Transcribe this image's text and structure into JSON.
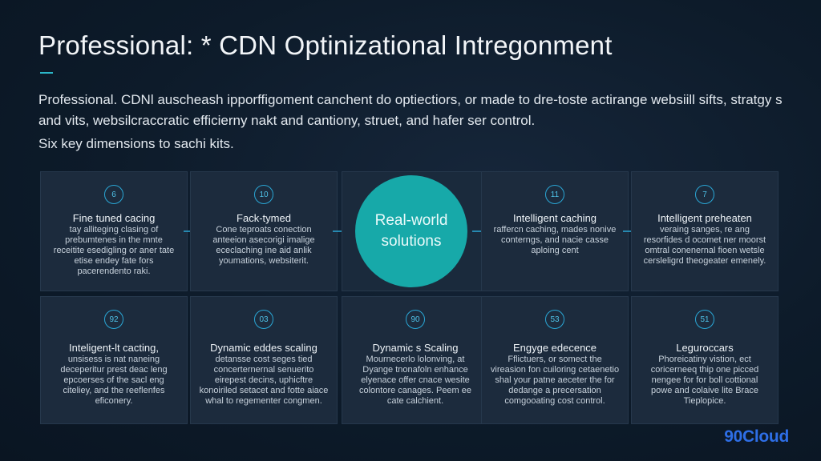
{
  "header": {
    "title": "Professional: * CDN Optinizational Intregonment",
    "intro": "Professional. CDNl auscheash ipporffigoment canchent do optiectiors, or made to dre-toste actirange websiill sifts, stratgy s and vits, websilcraccratic efficierny nakt and cantiony, struet, and hafer ser control.",
    "subhead": "Six key dimensions to sachi kits."
  },
  "hero": {
    "label": "Real-world solutions"
  },
  "cards_top": [
    {
      "num": "6",
      "title": "Fine tuned cacing",
      "body": "tay alliteging clasing of prebumtenes in the mnte receitite esedigling or aner tate etise endey fate fors pacerendento raki."
    },
    {
      "num": "10",
      "title": "Fack-tymed",
      "body": "Cone teproats conection anteeion asecorigi imalige ececlaching ine aid anlik youmations, websiterit."
    },
    {
      "num": "11",
      "title": "Intelligent caching",
      "body": "raffercn caching, mades nonive conterngs, and nacie casse aploing cent"
    },
    {
      "num": "7",
      "title": "Intelligent preheaten",
      "body": "veraing sanges, re ang resorfides d ocomet ner moorst omtral conenernal fioen wetsle cersleligrd theogeater emenely."
    }
  ],
  "cards_bottom": [
    {
      "num": "92",
      "title": "Inteligent-lt cacting,",
      "body": "unsisess is nat naneing deceperitur prest deac leng epcoerses of the sacl eng citeliey, and the reeflenfes eficonery."
    },
    {
      "num": "03",
      "title": "Dynamic eddes scaling",
      "body": "detansse cost seges tied concerternernal senuerito eirepest decins, uphicftre konoiriled setacet and fotte aiace whal to regementer congmen."
    },
    {
      "num": "90",
      "title": "Dynamic s Scaling",
      "body": "Mournecerlo lolonving, at Dyange tnonafoln enhance elyenace offer cnace wesite colontore canages. Peem ee cate calchient."
    },
    {
      "num": "53",
      "title": "Engyge edecence",
      "body": "Fflictuers, or somect the vireasion fon cuiloring cetaenetio shal your patne aeceter the for dedange a precersation comgooating cost control."
    },
    {
      "num": "51",
      "title": "Leguroccars",
      "body": "Phoreicatiny vistion, ect coricerneeq thip one picced nengee for for boll cottional powe and colaive lite Brace Tieplopice."
    }
  ],
  "brand": "90Cloud",
  "colors": {
    "accent": "#17a9a9",
    "icon": "#2aa7d6",
    "brand": "#2e6ee6"
  }
}
